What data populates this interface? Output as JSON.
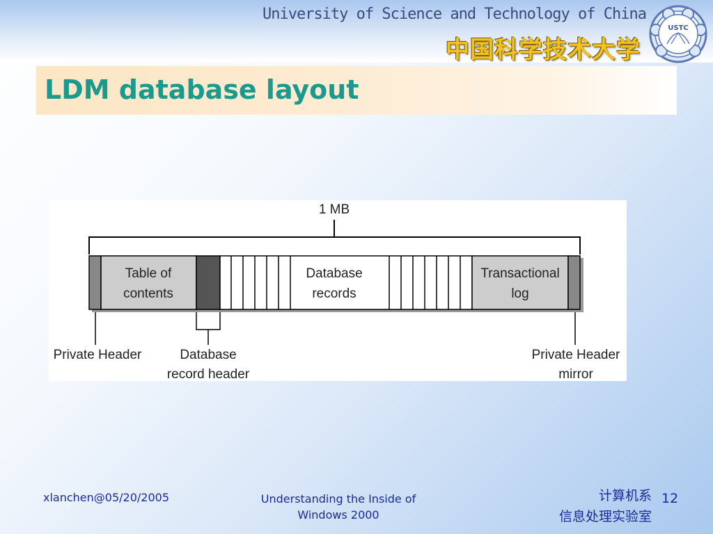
{
  "header": {
    "university_en": "University of Science and Technology of China",
    "university_cn": "中国科学技术大学",
    "logo_text": "USTC"
  },
  "slide": {
    "title": "LDM database layout",
    "page_number": "12"
  },
  "diagram": {
    "size_label": "1 MB",
    "sections": {
      "table_of_contents": [
        "Table of",
        "contents"
      ],
      "database_records": [
        "Database",
        "records"
      ],
      "transactional_log": [
        "Transactional",
        "log"
      ]
    },
    "labels": {
      "private_header": "Private Header",
      "database_record_header": [
        "Database",
        "record header"
      ],
      "private_header_mirror": [
        "Private Header",
        "mirror"
      ]
    }
  },
  "footer": {
    "author_date": "xlanchen@05/20/2005",
    "course_title": "Understanding the Inside of Windows 2000",
    "dept_line1": "计算机系",
    "dept_line2": "信息处理实验室"
  },
  "colors": {
    "title": "#1a9a8e",
    "footer_text": "#1b2a9a",
    "university_cn": "#f3c21d",
    "university_en": "#3b4a7d"
  }
}
